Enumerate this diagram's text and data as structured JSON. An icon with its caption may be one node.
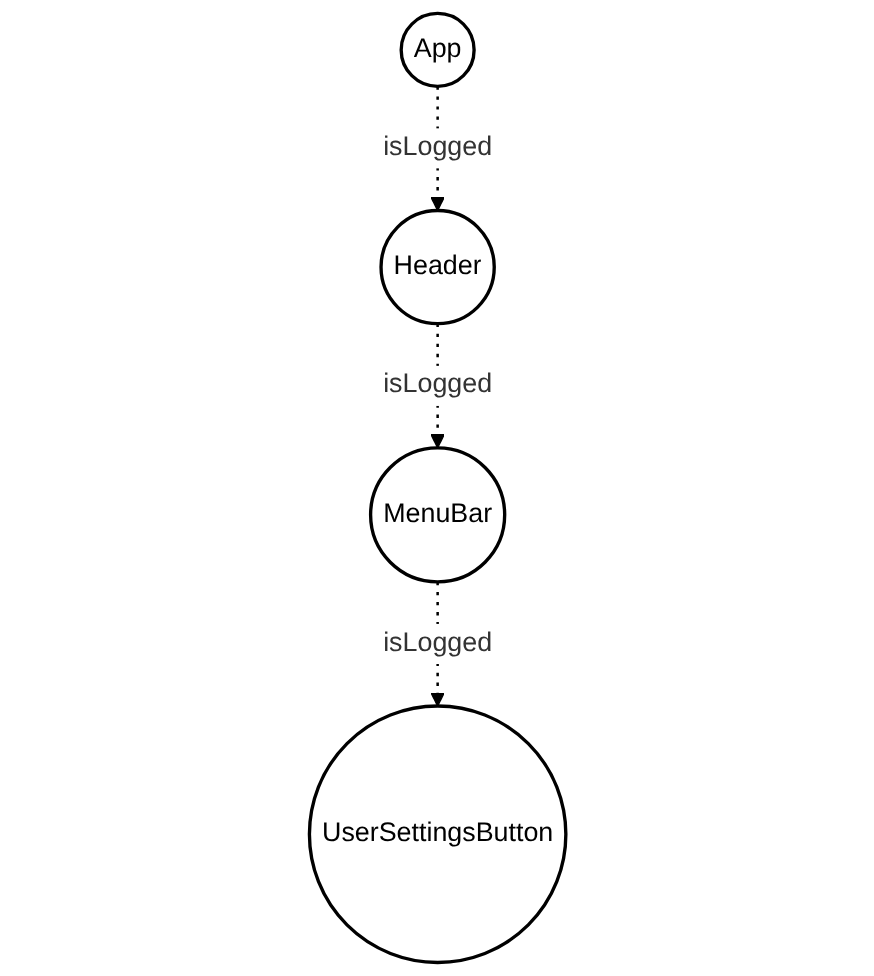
{
  "diagram": {
    "nodes": [
      {
        "text": [
          "App"
        ]
      },
      {
        "text": [
          "Header"
        ]
      },
      {
        "text": [
          "MenuBar"
        ]
      },
      {
        "text": [
          "UserSettingsButton"
        ]
      }
    ],
    "edges": [
      {
        "from": 0,
        "to": 1,
        "arrow": "to",
        "label": "isLogged",
        "style": "dashed"
      },
      {
        "from": 1,
        "to": 2,
        "arrow": "to",
        "label": "isLogged",
        "style": "dashed"
      },
      {
        "from": 2,
        "to": 3,
        "arrow": "to",
        "label": "isLogged",
        "style": "dashed"
      }
    ]
  }
}
